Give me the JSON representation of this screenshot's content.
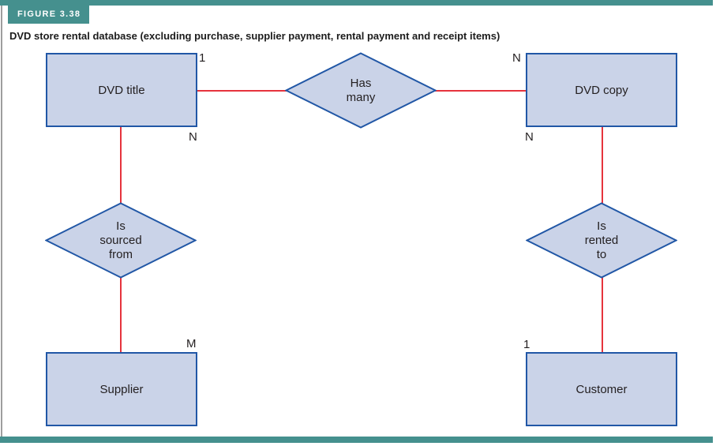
{
  "figure": {
    "tag": "FIGURE 3.38",
    "caption": "DVD store rental database (excluding purchase, supplier payment, rental payment and receipt items)"
  },
  "colors": {
    "teal": "#45908e",
    "entity_fill": "#cad3e8",
    "entity_border": "#2157a6",
    "connector_red": "#e6333c",
    "text": "#231f20",
    "left_rule_gray": "#9e9e9e"
  },
  "diagram": {
    "type": "entity-relationship",
    "entities": [
      {
        "id": "dvd-title",
        "label": "DVD title"
      },
      {
        "id": "dvd-copy",
        "label": "DVD copy"
      },
      {
        "id": "supplier",
        "label": "Supplier"
      },
      {
        "id": "customer",
        "label": "Customer"
      }
    ],
    "relationships": [
      {
        "id": "has-many",
        "label": "Has many",
        "lines": [
          "Has",
          "many"
        ],
        "from": "DVD title",
        "to": "DVD copy"
      },
      {
        "id": "is-sourced-from",
        "label": "Is sourced from",
        "lines": [
          "Is",
          "sourced",
          "from"
        ],
        "from": "DVD title",
        "to": "Supplier"
      },
      {
        "id": "is-rented-to",
        "label": "Is rented to",
        "lines": [
          "Is",
          "rented",
          "to"
        ],
        "from": "DVD copy",
        "to": "Customer"
      }
    ],
    "cardinalities": [
      {
        "id": "dvd-title-has-many",
        "label": "1"
      },
      {
        "id": "dvd-copy-has-many",
        "label": "N"
      },
      {
        "id": "dvd-title-is-sourced-from",
        "label": "N"
      },
      {
        "id": "dvd-copy-is-rented-to",
        "label": "N"
      },
      {
        "id": "supplier-is-sourced-from",
        "label": "M"
      },
      {
        "id": "customer-is-rented-to",
        "label": "1"
      }
    ]
  }
}
